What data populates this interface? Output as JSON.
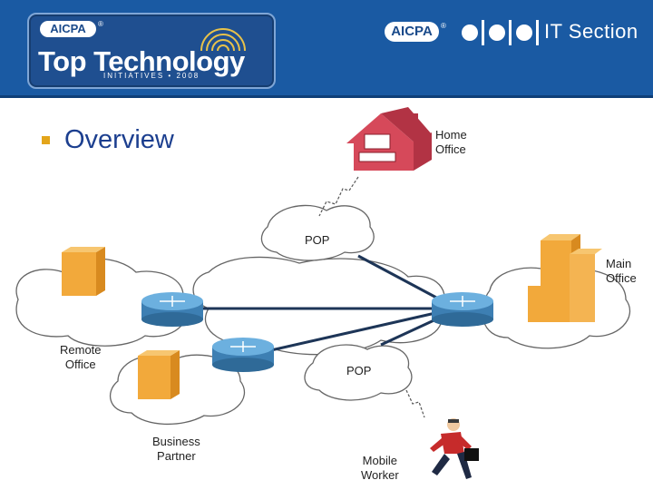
{
  "header": {
    "logo_badge": "AICPA",
    "logo_title": "Top Technology",
    "logo_subtitle": "INITIATIVES • 2008",
    "brand_badge": "AICPA",
    "brand_section": "IT Section"
  },
  "slide": {
    "bullet": "Overview"
  },
  "diagram": {
    "labels": {
      "home_office": "Home\nOffice",
      "pop_top": "POP",
      "main_office": "Main\nOffice",
      "remote_office": "Remote\nOffice",
      "pop_bottom": "POP",
      "business_partner": "Business\nPartner",
      "mobile_worker": "Mobile\nWorker"
    }
  },
  "colors": {
    "header_blue": "#1a5aa3",
    "bullet_gold": "#e3a51a",
    "title_blue": "#1c3f8f",
    "building_orange": "#f2a93b",
    "house_red": "#c23a4a",
    "router_blue": "#4a8fc0"
  }
}
